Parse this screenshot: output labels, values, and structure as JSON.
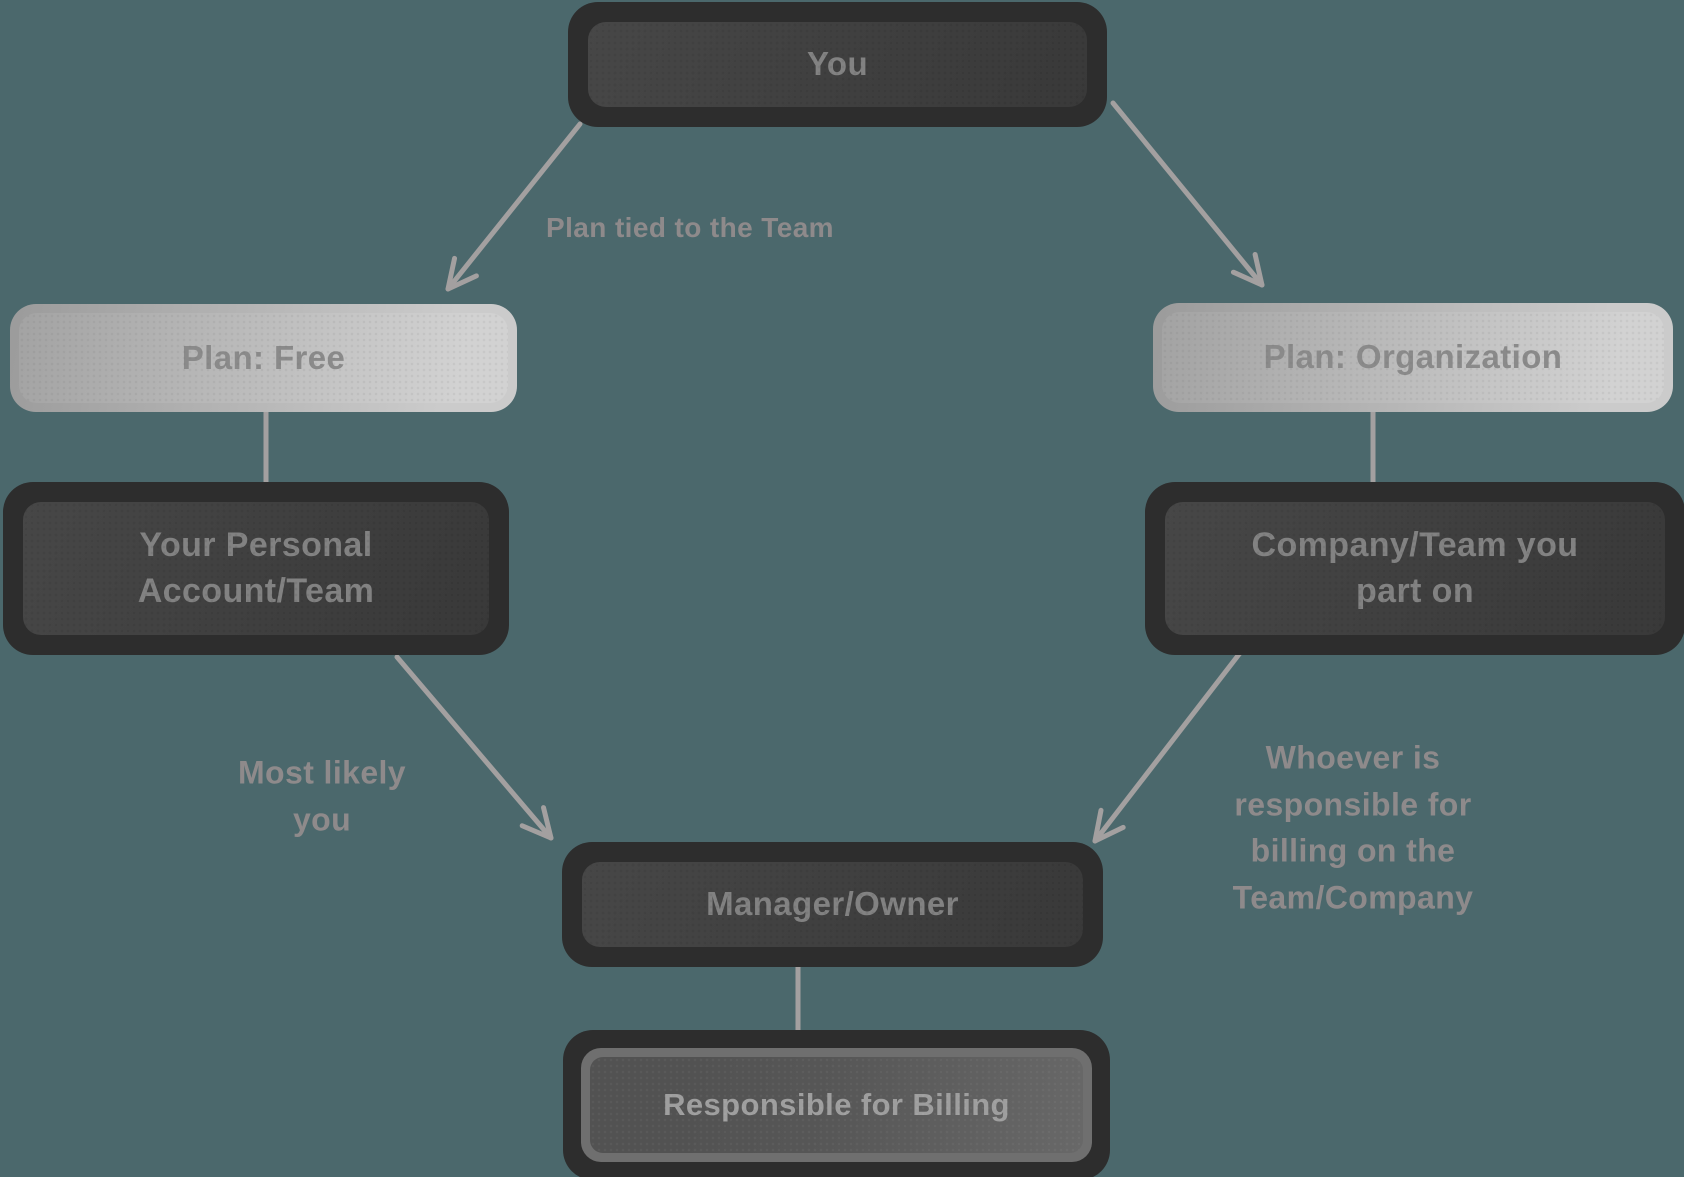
{
  "colors": {
    "background": "#4b686c",
    "connector": "#a3a0a0",
    "annotation_text": "#8e8a8b",
    "dark_box_frame": "#2d2d2d",
    "dark_box_fill": "#3f3f3f",
    "dark_box_text": "#828282",
    "light_box_fill_start": "#9b9b9b",
    "light_box_fill_end": "#cbcbcb",
    "light_box_text": "#8a8a8a",
    "billing_ring": "#6f6f6f",
    "billing_fill": "#575757",
    "billing_text": "#9e9e9e"
  },
  "nodes": {
    "you": {
      "label": "You"
    },
    "plan_free": {
      "label": "Plan: Free"
    },
    "plan_org": {
      "label": "Plan: Organization"
    },
    "personal_account": {
      "label": "Your Personal\nAccount/Team"
    },
    "company_team": {
      "label": "Company/Team you\npart on"
    },
    "manager_owner": {
      "label": "Manager/Owner"
    },
    "billing": {
      "label": "Responsible for Billing"
    }
  },
  "annotations": {
    "plan_tied": {
      "text": "Plan tied to the Team"
    },
    "most_likely": {
      "text": "Most likely\nyou"
    },
    "billing_responsibility": {
      "text": "Whoever is\nresponsible for\nbilling on the\nTeam/Company"
    }
  }
}
